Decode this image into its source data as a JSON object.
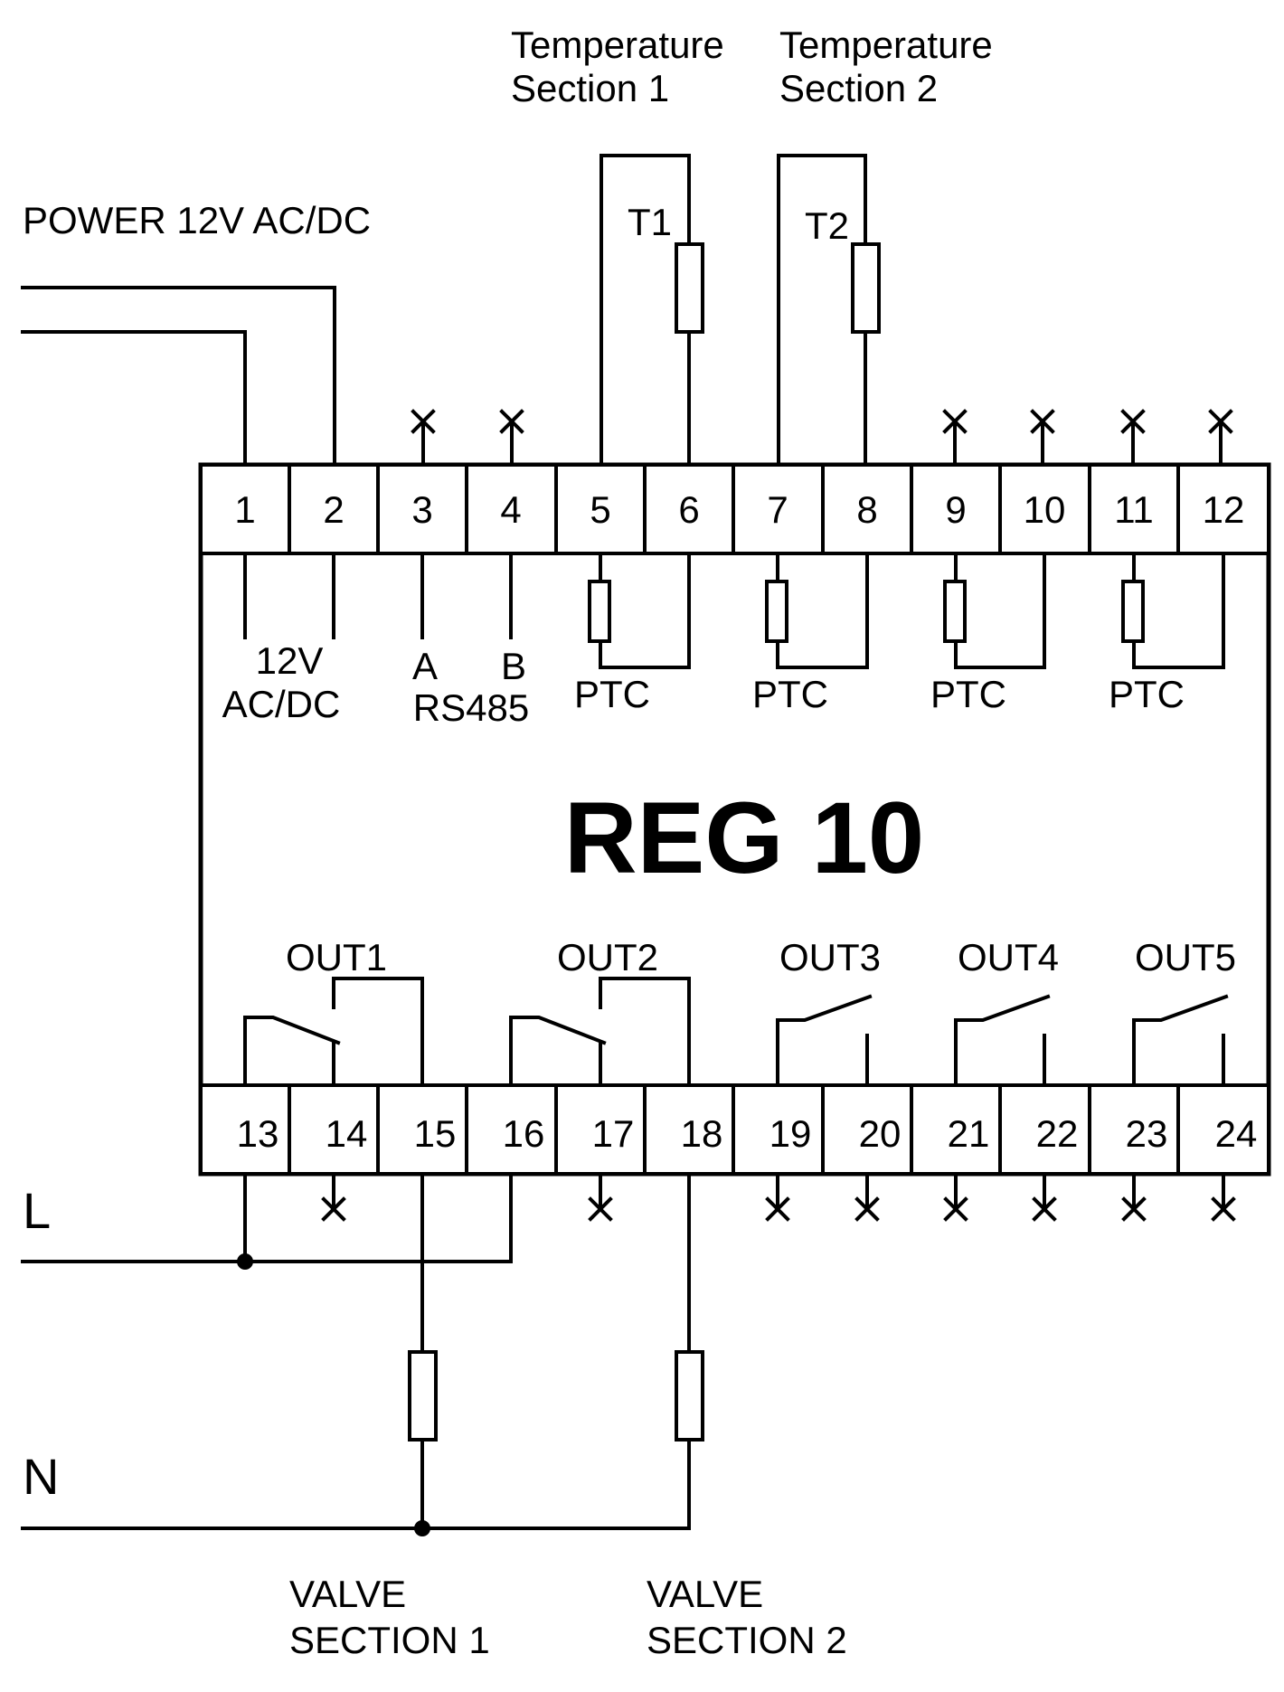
{
  "title": "REG 10",
  "power_label": "POWER 12V AC/DC",
  "temp_section_1": [
    "Temperature",
    "Section 1"
  ],
  "temp_section_2": [
    "Temperature",
    "Section 2"
  ],
  "sensor_t1": "T1",
  "sensor_t2": "T2",
  "top_terminals": [
    "1",
    "2",
    "3",
    "4",
    "5",
    "6",
    "7",
    "8",
    "9",
    "10",
    "11",
    "12"
  ],
  "bottom_terminals": [
    "13",
    "14",
    "15",
    "16",
    "17",
    "18",
    "19",
    "20",
    "21",
    "22",
    "23",
    "24"
  ],
  "power_inner_label": [
    "12V",
    "AC/DC"
  ],
  "rs485_a": "A",
  "rs485_b": "B",
  "rs485_label": "RS485",
  "ptc_label": "PTC",
  "outputs": [
    "OUT1",
    "OUT2",
    "OUT3",
    "OUT4",
    "OUT5"
  ],
  "line_label": "L",
  "neutral_label": "N",
  "valve_section_1": [
    "VALVE",
    "SECTION 1"
  ],
  "valve_section_2": [
    "VALVE",
    "SECTION 2"
  ]
}
